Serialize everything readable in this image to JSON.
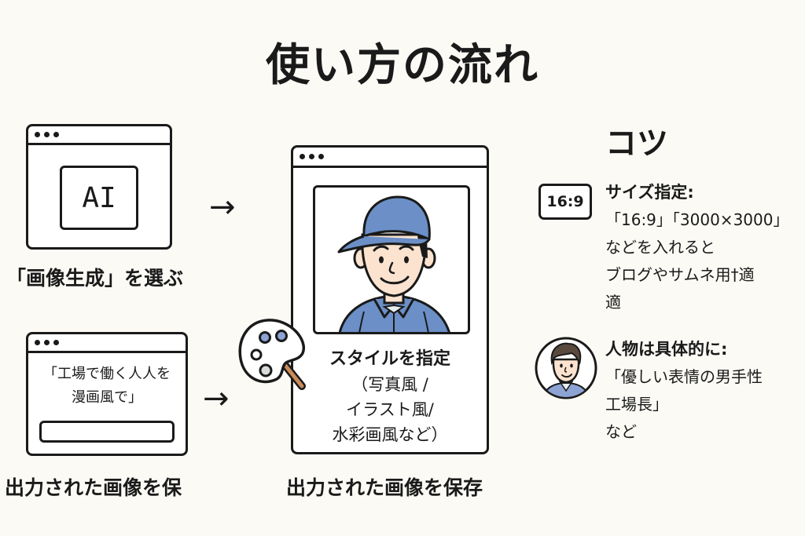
{
  "title": "使い方の流れ",
  "steps": [
    {
      "window_icon": "browser-window-icon",
      "inner_label": "AI",
      "caption": "「画像生成」を選ぶ"
    },
    {
      "window_icon": "browser-window-icon",
      "prompt_lines": [
        "「工場で働く人人を",
        "漫画風で」"
      ],
      "caption": "出力された画像を保"
    },
    {
      "window_icon": "browser-window-icon",
      "image": "factory-worker-illustration",
      "style_heading": "スタイルを指定",
      "style_lines": [
        "（写真風 /",
        "イラスト風/",
        "水彩画風など）"
      ],
      "caption": "出力された画像を保存"
    }
  ],
  "arrows": [
    "→",
    "→"
  ],
  "tips": {
    "title": "コツ",
    "items": [
      {
        "icon": "aspect-ratio-badge",
        "badge_text": "16:9",
        "heading": "サイズ指定:",
        "lines": [
          "「16:9」「3000×3000」",
          "などを入れると",
          "ブログやサムネ用†適",
          "適"
        ]
      },
      {
        "icon": "person-avatar-icon",
        "heading": "人物は具体的に:",
        "lines": [
          "「優しい表情の男手性",
          "工場長」",
          "など"
        ]
      }
    ]
  },
  "colors": {
    "background": "#fbfaf5",
    "ink": "#1a1a1a",
    "uniform_blue": "#6b8fc6",
    "skin": "#fbe3cf",
    "palette_brown": "#c98b5a",
    "palette_blue": "#8ca3d4",
    "palette_gray": "#d8dadc"
  }
}
